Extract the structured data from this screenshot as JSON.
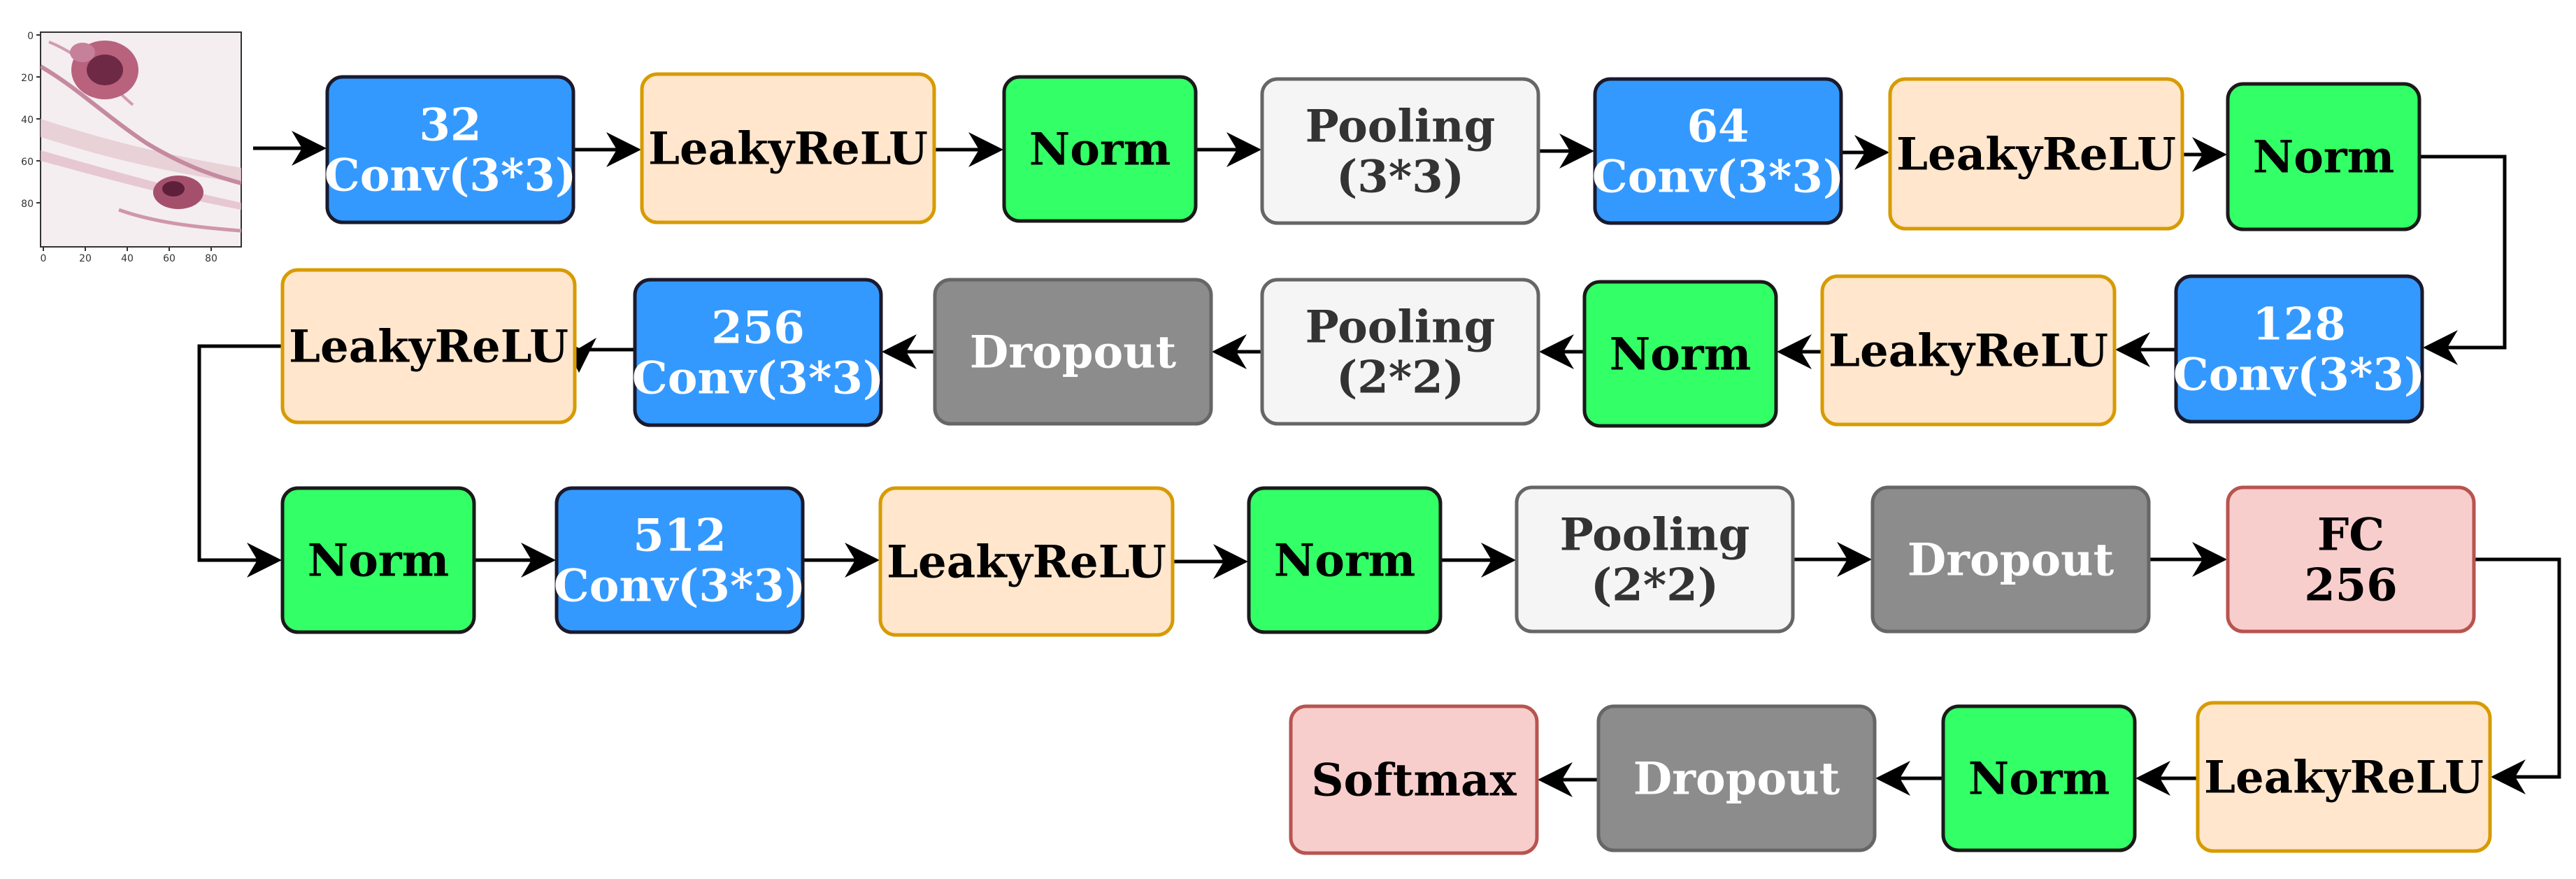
{
  "colors": {
    "conv_fill": "#3399ff",
    "conv_stroke": "#1a1a2e",
    "act_fill": "#ffe6cc",
    "act_stroke": "#d79b00",
    "norm_fill": "#33ff66",
    "norm_stroke": "#1a1a1a",
    "pool_fill": "#f5f5f5",
    "pool_stroke": "#666666",
    "drop_fill": "#8c8c8c",
    "drop_stroke": "#666666",
    "fc_fill": "#f8cecc",
    "fc_stroke": "#b85450",
    "arrow": "#000000"
  },
  "input_image": {
    "y_ticks": [
      "0",
      "20",
      "40",
      "60",
      "80"
    ],
    "x_ticks": [
      "0",
      "20",
      "40",
      "60",
      "80"
    ]
  },
  "nodes": [
    {
      "id": "conv32",
      "kind": "conv",
      "lines": [
        "32",
        "Conv(3*3)"
      ]
    },
    {
      "id": "act1",
      "kind": "act",
      "lines": [
        "LeakyReLU"
      ]
    },
    {
      "id": "norm1",
      "kind": "norm",
      "lines": [
        "Norm"
      ]
    },
    {
      "id": "pool1",
      "kind": "pool",
      "lines": [
        "Pooling",
        "(3*3)"
      ]
    },
    {
      "id": "conv64",
      "kind": "conv",
      "lines": [
        "64",
        "Conv(3*3)"
      ]
    },
    {
      "id": "act2",
      "kind": "act",
      "lines": [
        "LeakyReLU"
      ]
    },
    {
      "id": "norm2",
      "kind": "norm",
      "lines": [
        "Norm"
      ]
    },
    {
      "id": "conv128",
      "kind": "conv",
      "lines": [
        "128",
        "Conv(3*3)"
      ]
    },
    {
      "id": "act3",
      "kind": "act",
      "lines": [
        "LeakyReLU"
      ]
    },
    {
      "id": "norm3",
      "kind": "norm",
      "lines": [
        "Norm"
      ]
    },
    {
      "id": "pool2",
      "kind": "pool",
      "lines": [
        "Pooling",
        "(2*2)"
      ]
    },
    {
      "id": "drop1",
      "kind": "drop",
      "lines": [
        "Dropout"
      ]
    },
    {
      "id": "conv256",
      "kind": "conv",
      "lines": [
        "256",
        "Conv(3*3)"
      ]
    },
    {
      "id": "act4",
      "kind": "act",
      "lines": [
        "LeakyReLU"
      ]
    },
    {
      "id": "norm4",
      "kind": "norm",
      "lines": [
        "Norm"
      ]
    },
    {
      "id": "conv512",
      "kind": "conv",
      "lines": [
        "512",
        "Conv(3*3)"
      ]
    },
    {
      "id": "act5",
      "kind": "act",
      "lines": [
        "LeakyReLU"
      ]
    },
    {
      "id": "norm5",
      "kind": "norm",
      "lines": [
        "Norm"
      ]
    },
    {
      "id": "pool3",
      "kind": "pool",
      "lines": [
        "Pooling",
        "(2*2)"
      ]
    },
    {
      "id": "drop2",
      "kind": "drop",
      "lines": [
        "Dropout"
      ]
    },
    {
      "id": "fc256",
      "kind": "fc",
      "lines": [
        "FC",
        "256"
      ]
    },
    {
      "id": "act6",
      "kind": "act",
      "lines": [
        "LeakyReLU"
      ]
    },
    {
      "id": "norm6",
      "kind": "norm",
      "lines": [
        "Norm"
      ]
    },
    {
      "id": "drop3",
      "kind": "drop",
      "lines": [
        "Dropout"
      ]
    },
    {
      "id": "softmax",
      "kind": "fc",
      "lines": [
        "Softmax"
      ]
    }
  ],
  "edges": [
    [
      "input",
      "conv32"
    ],
    [
      "conv32",
      "act1"
    ],
    [
      "act1",
      "norm1"
    ],
    [
      "norm1",
      "pool1"
    ],
    [
      "pool1",
      "conv64"
    ],
    [
      "conv64",
      "act2"
    ],
    [
      "act2",
      "norm2"
    ],
    [
      "norm2",
      "conv128"
    ],
    [
      "conv128",
      "act3"
    ],
    [
      "act3",
      "norm3"
    ],
    [
      "norm3",
      "pool2"
    ],
    [
      "pool2",
      "drop1"
    ],
    [
      "drop1",
      "conv256"
    ],
    [
      "conv256",
      "act4"
    ],
    [
      "act4",
      "norm4"
    ],
    [
      "norm4",
      "conv512"
    ],
    [
      "conv512",
      "act5"
    ],
    [
      "act5",
      "norm5"
    ],
    [
      "norm5",
      "pool3"
    ],
    [
      "pool3",
      "drop2"
    ],
    [
      "drop2",
      "fc256"
    ],
    [
      "fc256",
      "act6"
    ],
    [
      "act6",
      "norm6"
    ],
    [
      "norm6",
      "drop3"
    ],
    [
      "drop3",
      "softmax"
    ]
  ]
}
